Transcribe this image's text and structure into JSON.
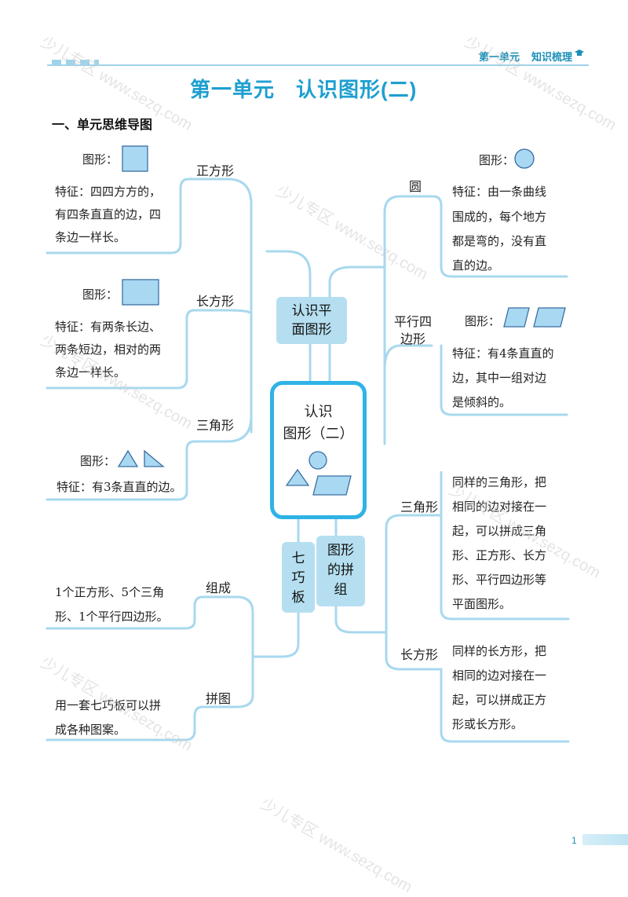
{
  "header": {
    "unit": "第一单元",
    "topic": "知识梳理"
  },
  "title": "第一单元　认识图形(二)",
  "section": "一、单元思维导图",
  "center": {
    "line1": "认识",
    "line2": "图形（二）"
  },
  "nodes": {
    "plane": {
      "line1": "认识平",
      "line2": "面图形"
    },
    "combine": {
      "line1": "图形",
      "line2": "的拼",
      "line3": "组"
    },
    "tangram": {
      "line1": "七",
      "line2": "巧",
      "line3": "板"
    }
  },
  "square": {
    "branch": "正方形",
    "shape_label": "图形：",
    "f1": "特征：四四方方的，",
    "f2": "有四条直直的边，四",
    "f3": "条边一样长。"
  },
  "rect": {
    "branch": "长方形",
    "shape_label": "图形：",
    "f1": "特征：有两条长边、",
    "f2": "两条短边，相对的两",
    "f3": "条边一样长。"
  },
  "triangle": {
    "branch": "三角形",
    "shape_label": "图形：",
    "f1": "特征：有3条直直的边。"
  },
  "circle": {
    "branch": "圆",
    "shape_label": "图形：",
    "f1": "特征：由一条曲线",
    "f2": "围成的，每个地方",
    "f3": "都是弯的，没有直",
    "f4": "直的边。"
  },
  "para": {
    "branch1": "平行四",
    "branch2": "边形",
    "shape_label": "图形：",
    "f1": "特征：有4条直直的",
    "f2": "边，其中一组对边",
    "f3": "是倾斜的。"
  },
  "comb_tri": {
    "branch": "三角形",
    "f1": "同样的三角形，把",
    "f2": "相同的边对接在一",
    "f3": "起，可以拼成三角",
    "f4": "形、正方形、长方",
    "f5": "形、平行四边形等",
    "f6": "平面图形。"
  },
  "comb_rect": {
    "branch": "长方形",
    "f1": "同样的长方形，把",
    "f2": "相同的边对接在一",
    "f3": "起，可以拼成正方",
    "f4": "形或长方形。"
  },
  "compose": {
    "branch": "组成",
    "f1": "1个正方形、5个三角",
    "f2": "形、1个平行四边形。"
  },
  "puzzle": {
    "branch": "拼图",
    "f1": "用一套七巧板可以拼",
    "f2": "成各种图案。"
  },
  "watermark": "少儿专区 www.sezq.com",
  "page_number": "1",
  "colors": {
    "accent": "#1e9fd0",
    "line": "#a8d8ee",
    "node": "#b5dff0",
    "shape_fill": "#a9d8f3",
    "shape_stroke": "#3a6fa0"
  }
}
